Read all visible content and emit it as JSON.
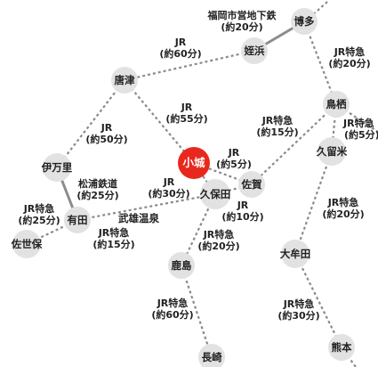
{
  "colors": {
    "hub": "#e8281e",
    "node": "#e2e2e2",
    "dotted_line": "#8a8a8a",
    "solid_line": "#8c8c8c",
    "text": "#222222"
  },
  "stations": {
    "hakata": "博多",
    "meinohama": "姪浜",
    "karatsu": "唐津",
    "tosu": "鳥栖",
    "kurume": "久留米",
    "ogi": "小城",
    "saga": "佐賀",
    "kubota": "久保田",
    "imari": "伊万里",
    "arita": "有田",
    "sasebo": "佐世保",
    "takeo": "武雄温泉",
    "kashima": "鹿島",
    "omuta": "大牟田",
    "nagasaki": "長崎",
    "kumamoto": "熊本"
  },
  "routes": {
    "hakata_meinohama": [
      "福岡市営地下鉄",
      "(約20分)"
    ],
    "meinohama_karatsu": [
      "JR",
      "(約60分)"
    ],
    "hakata_tosu": [
      "JR特急",
      "(約20分)"
    ],
    "karatsu_ogi": [
      "JR",
      "(約55分)"
    ],
    "karatsu_imari": [
      "JR",
      "(約50分)"
    ],
    "tosu_saga": [
      "JR特急",
      "(約15分)"
    ],
    "tosu_kurume": [
      "JR特急",
      "(約5分)"
    ],
    "ogi_saga": [
      "JR",
      "(約5分)"
    ],
    "ogi_kubota": [
      "JR",
      "(約30分)"
    ],
    "imari_arita": [
      "松浦鉄道",
      "(約25分)"
    ],
    "arita_sasebo": [
      "JR特急",
      "(約25分)"
    ],
    "takeo_arita": [
      "JR特急",
      "(約15分)"
    ],
    "saga_kubota": [
      "JR",
      "(約10分)"
    ],
    "kubota_kashima": [
      "JR特急",
      "(約20分)"
    ],
    "kurume_omuta": [
      "JR特急",
      "(約20分)"
    ],
    "kashima_nagasaki": [
      "JR特急",
      "(約60分)"
    ],
    "omuta_kumamoto": [
      "JR特急",
      "(約30分)"
    ]
  }
}
